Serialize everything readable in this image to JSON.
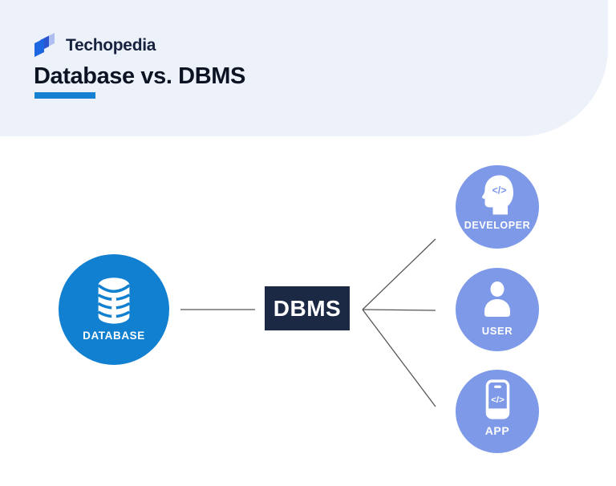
{
  "header": {
    "brand": "Techopedia",
    "title": "Database vs. DBMS",
    "colors": {
      "background": "#edf1fa",
      "accent_bar": "#1680d2",
      "title_text": "#0c1424",
      "brand_text": "#16223e",
      "logo_front": "#1c66e2",
      "logo_mid": "#2a55cf",
      "logo_back": "#aebdf2"
    }
  },
  "diagram": {
    "source": {
      "label": "DATABASE",
      "icon": "database-icon",
      "color": "#1280d0"
    },
    "hub": {
      "label": "DBMS",
      "color": "#1c2944",
      "text_color": "#ffffff"
    },
    "targets": [
      {
        "label": "DEVELOPER",
        "icon": "developer-head-icon",
        "glyph": "</>"
      },
      {
        "label": "USER",
        "icon": "user-icon",
        "glyph": ""
      },
      {
        "label": "APP",
        "icon": "mobile-app-icon",
        "glyph": "</>"
      }
    ],
    "target_color": "#7e99e8",
    "line_color": "#555555"
  }
}
